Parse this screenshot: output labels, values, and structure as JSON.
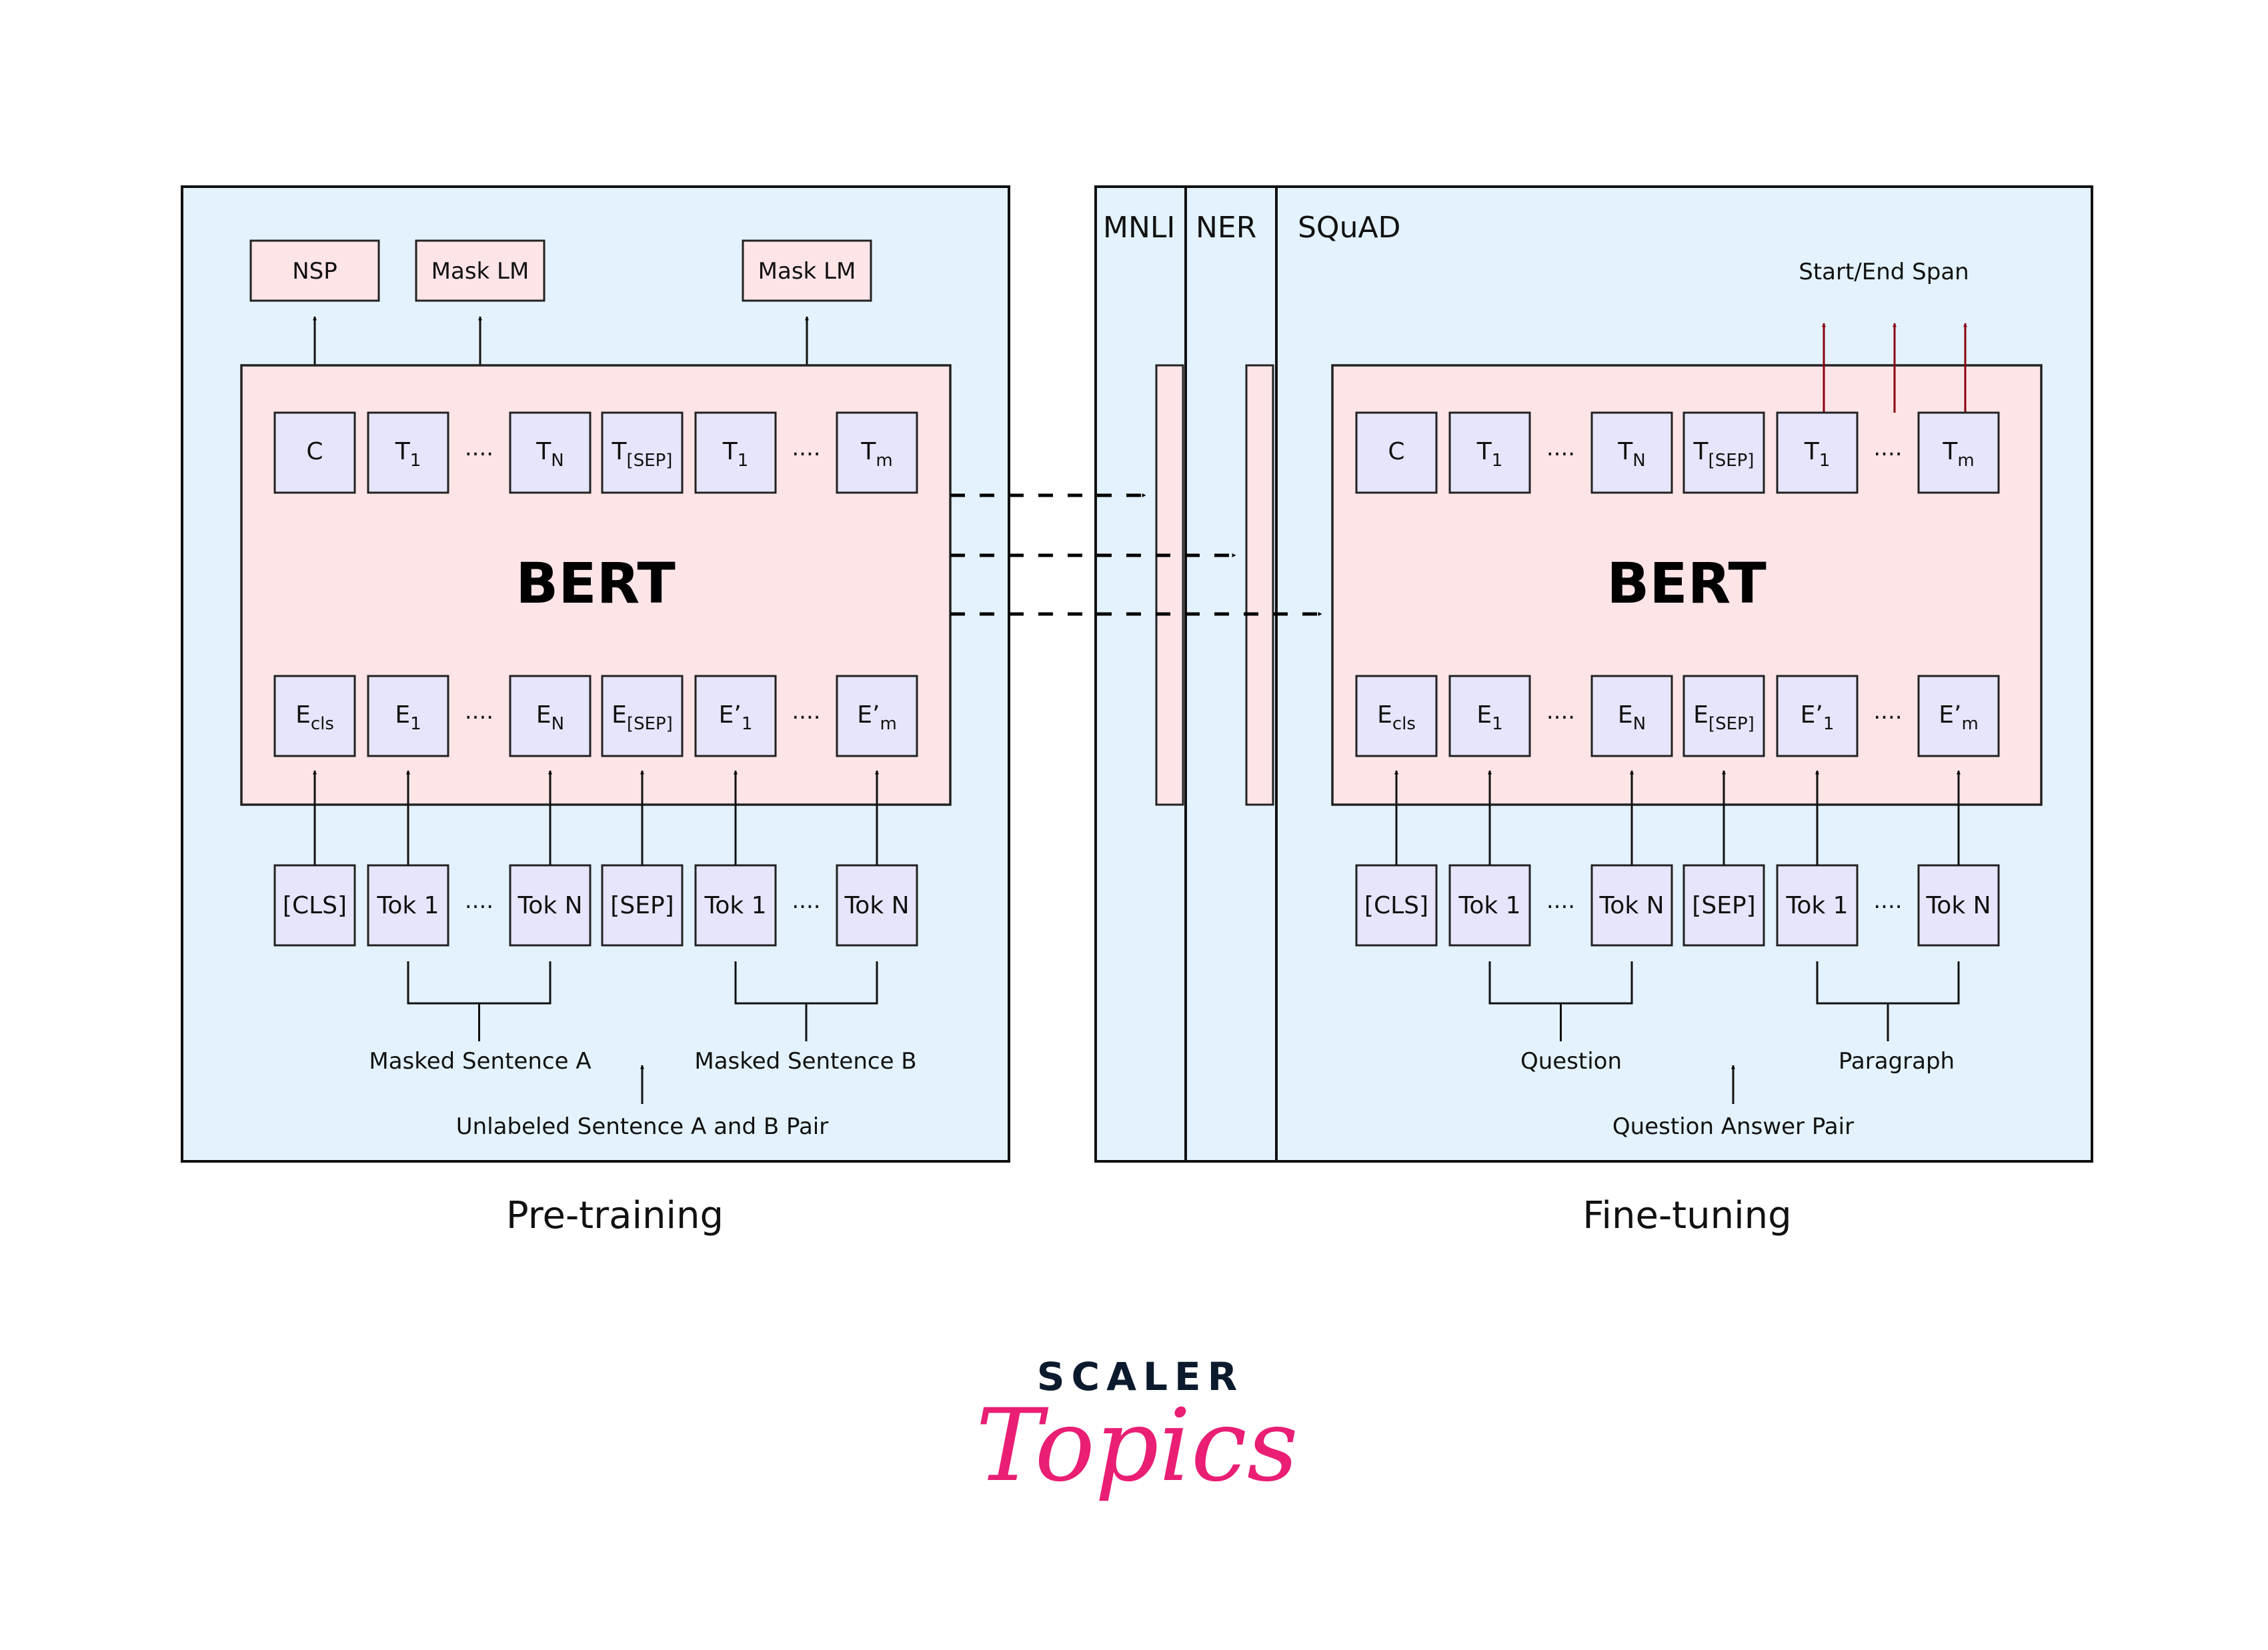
{
  "diagram": {
    "pretraining": {
      "caption": "Pre-training",
      "heads": [
        "NSP",
        "Mask LM",
        "Mask LM"
      ],
      "model_label": "BERT",
      "outputs": [
        {
          "base": "C",
          "sub": ""
        },
        {
          "base": "T",
          "sub": "1"
        },
        {
          "base": "T",
          "sub": "N"
        },
        {
          "base": "T",
          "sub": "[SEP]"
        },
        {
          "base": "T",
          "sub": "1"
        },
        {
          "base": "T",
          "sub": "m"
        }
      ],
      "embeddings": [
        {
          "base": "E",
          "sub": "cls"
        },
        {
          "base": "E",
          "sub": "1"
        },
        {
          "base": "E",
          "sub": "N"
        },
        {
          "base": "E",
          "sub": "[SEP]"
        },
        {
          "base": "E’",
          "sub": "1"
        },
        {
          "base": "E’",
          "sub": "m"
        }
      ],
      "tokens": [
        "[CLS]",
        "Tok 1",
        "Tok N",
        "[SEP]",
        "Tok 1",
        "Tok N"
      ],
      "ellipsis": "....",
      "segment_a": "Masked Sentence A",
      "segment_b": "Masked Sentence B",
      "input_label": "Unlabeled Sentence A and B Pair"
    },
    "finetuning": {
      "caption": "Fine-tuning",
      "tasks": [
        "MNLI",
        "NER",
        "SQuAD"
      ],
      "span_label": "Start/End Span",
      "model_label": "BERT",
      "outputs": [
        {
          "base": "C",
          "sub": ""
        },
        {
          "base": "T",
          "sub": "1"
        },
        {
          "base": "T",
          "sub": "N"
        },
        {
          "base": "T",
          "sub": "[SEP]"
        },
        {
          "base": "T",
          "sub": "1"
        },
        {
          "base": "T",
          "sub": "m"
        }
      ],
      "embeddings": [
        {
          "base": "E",
          "sub": "cls"
        },
        {
          "base": "E",
          "sub": "1"
        },
        {
          "base": "E",
          "sub": "N"
        },
        {
          "base": "E",
          "sub": "[SEP]"
        },
        {
          "base": "E’",
          "sub": "1"
        },
        {
          "base": "E’",
          "sub": "m"
        }
      ],
      "tokens": [
        "[CLS]",
        "Tok 1",
        "Tok N",
        "[SEP]",
        "Tok 1",
        "Tok N"
      ],
      "ellipsis": "....",
      "segment_a": "Question",
      "segment_b": "Paragraph",
      "input_label": "Question Answer Pair"
    },
    "colors": {
      "panel": "#e3f2fd",
      "model": "#fde4e7",
      "token": "#e6e5fb",
      "span_arrow": "#8a0010"
    }
  },
  "logo": {
    "line1": "SCALER",
    "line2": "Topics",
    "colors": {
      "line1": "#0c1a2e",
      "line2": "#e91e74"
    }
  }
}
